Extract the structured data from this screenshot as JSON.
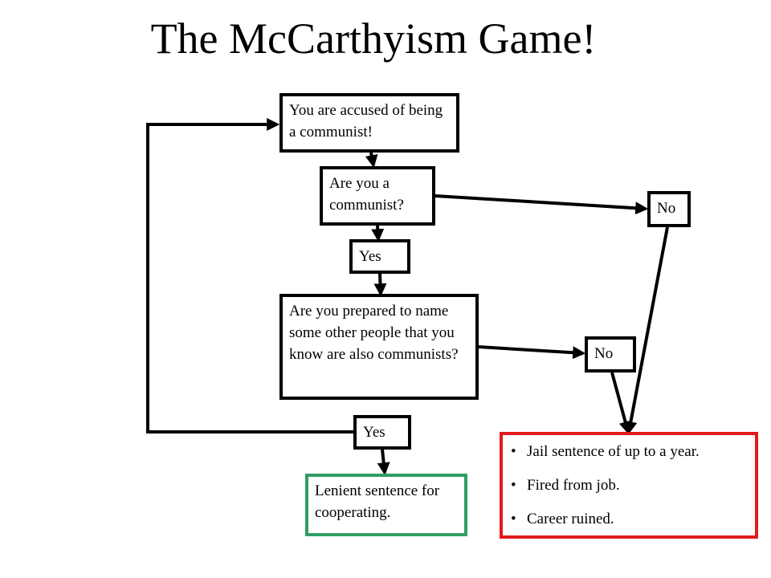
{
  "title": "The McCarthyism Game!",
  "nodes": {
    "accused": "You are accused of being a communist!",
    "are_you": "Are you a communist?",
    "yes_1": "Yes",
    "no_1": "No",
    "name_others": "Are you prepared to name some other people that you know are also communists?",
    "no_2": "No",
    "yes_2": "Yes",
    "lenient": "Lenient sentence for cooperating."
  },
  "outcome": {
    "items": [
      "Jail sentence of up to a year.",
      "Fired from job.",
      "Career ruined."
    ]
  },
  "colors": {
    "lenient_border": "#2f9e62",
    "outcome_border": "#e21b1b"
  }
}
